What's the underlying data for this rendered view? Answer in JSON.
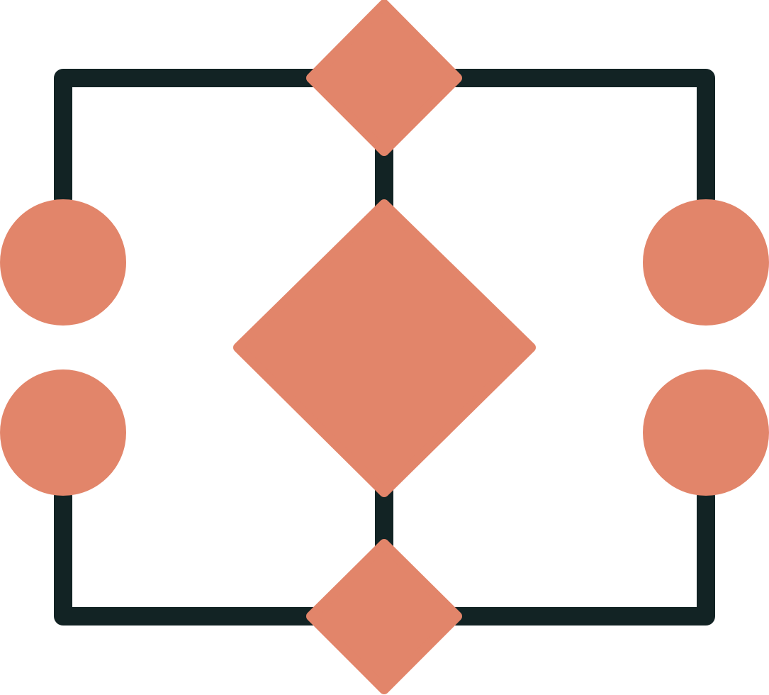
{
  "icon": {
    "name": "flowchart-icon",
    "colors": {
      "line": "#122324",
      "fill": "#E2856A",
      "background": "#FFFFFF"
    },
    "nodes": [
      {
        "id": "decision-top",
        "shape": "diamond"
      },
      {
        "id": "decision-center",
        "shape": "diamond"
      },
      {
        "id": "decision-bottom",
        "shape": "diamond"
      },
      {
        "id": "terminal-left-upper",
        "shape": "circle"
      },
      {
        "id": "terminal-left-lower",
        "shape": "circle"
      },
      {
        "id": "terminal-right-upper",
        "shape": "circle"
      },
      {
        "id": "terminal-right-lower",
        "shape": "circle"
      }
    ]
  }
}
